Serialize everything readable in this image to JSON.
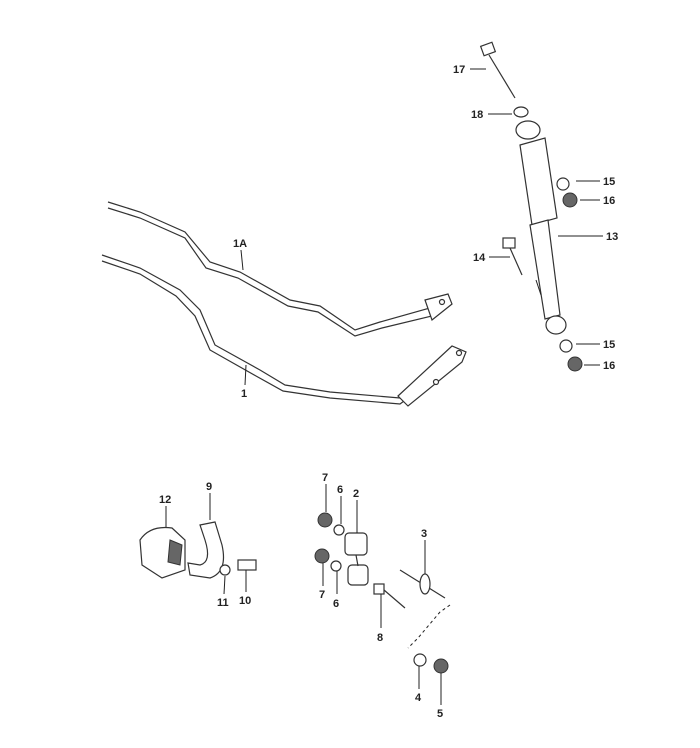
{
  "diagram": {
    "type": "exploded parts diagram - stabilizer bar and shock absorber",
    "labels": [
      "17",
      "18",
      "15",
      "16",
      "13",
      "14",
      "15",
      "16",
      "1A",
      "1",
      "12",
      "9",
      "7",
      "6",
      "2",
      "3",
      "11",
      "10",
      "7",
      "6",
      "8",
      "4",
      "5"
    ]
  }
}
